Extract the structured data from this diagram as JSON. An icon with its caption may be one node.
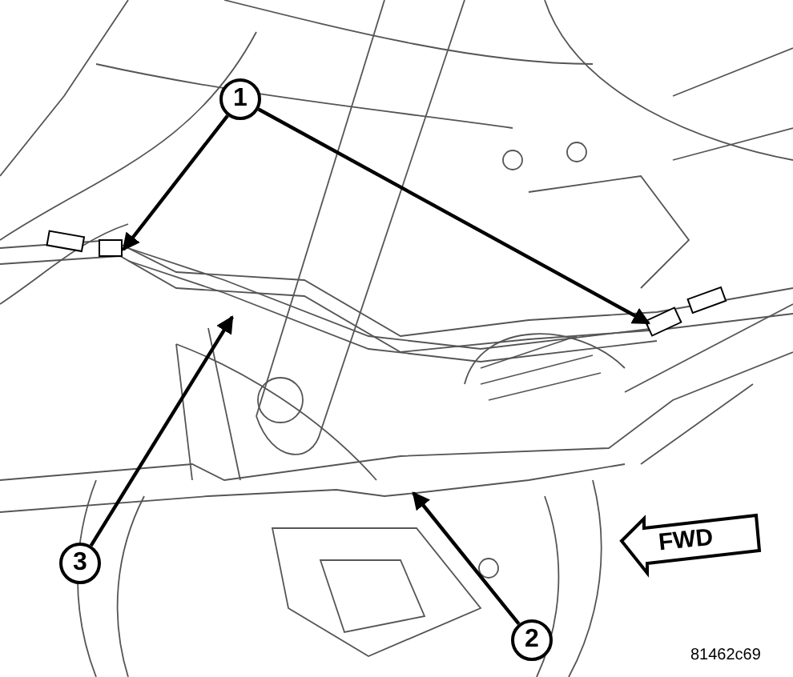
{
  "diagram": {
    "nodes": [
      {
        "text": [
          "1"
        ]
      },
      {
        "text": [
          "3"
        ]
      },
      {
        "text": [
          "2"
        ]
      }
    ],
    "edges": [
      {
        "from": 0,
        "to": null,
        "arrow": "to"
      },
      {
        "from": 0,
        "to": null,
        "arrow": "to"
      },
      {
        "from": 1,
        "to": null,
        "arrow": "to"
      },
      {
        "from": 2,
        "to": null,
        "arrow": "to"
      }
    ],
    "labels": [
      "FWD",
      "81462c69"
    ]
  }
}
